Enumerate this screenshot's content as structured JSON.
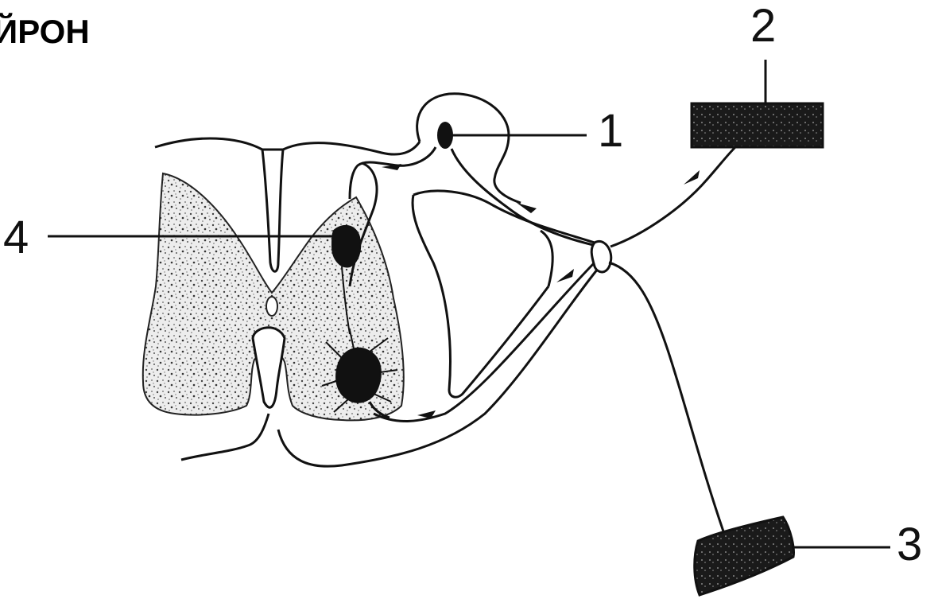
{
  "title": "ЙРОН",
  "callouts": {
    "one": "1",
    "two": "2",
    "three": "3",
    "four": "4"
  },
  "colors": {
    "ink": "#111111",
    "gray_matter": "#c9c9c9",
    "background": "#ffffff"
  }
}
